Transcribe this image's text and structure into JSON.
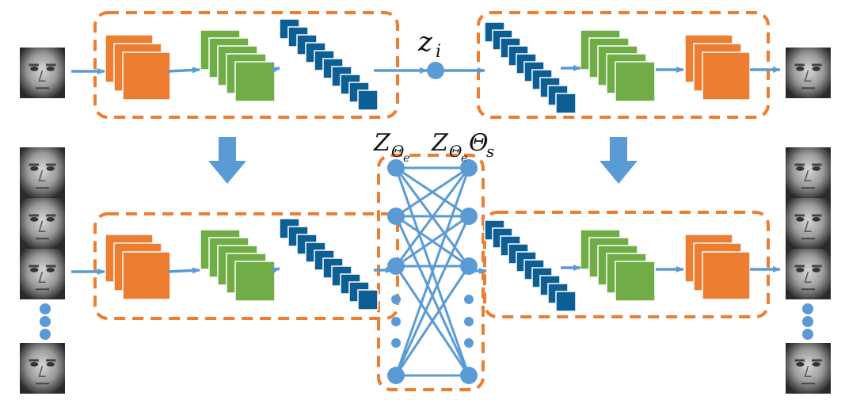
{
  "diagram": {
    "labels": {
      "z_i": {
        "main": "z",
        "sub": "i"
      },
      "z_theta_e": {
        "main": "Z",
        "sub": "Θ",
        "subsub": "e"
      },
      "z_theta_e_theta_s": {
        "main": "Z",
        "sub": "Θ",
        "subsub": "e",
        "tail": "Θ",
        "tailsub": "s"
      }
    },
    "colors": {
      "orange": "#ED7D31",
      "green": "#70AD47",
      "blue": "#0E5E96",
      "arrow": "#5B9BD5",
      "node": "#5B9BD5",
      "border": "#ffffff"
    },
    "icons": {
      "face": "grayscale-face-photo",
      "node": "circle-node",
      "arrow": "right-arrow",
      "down_arrow": "down-block-arrow"
    }
  }
}
